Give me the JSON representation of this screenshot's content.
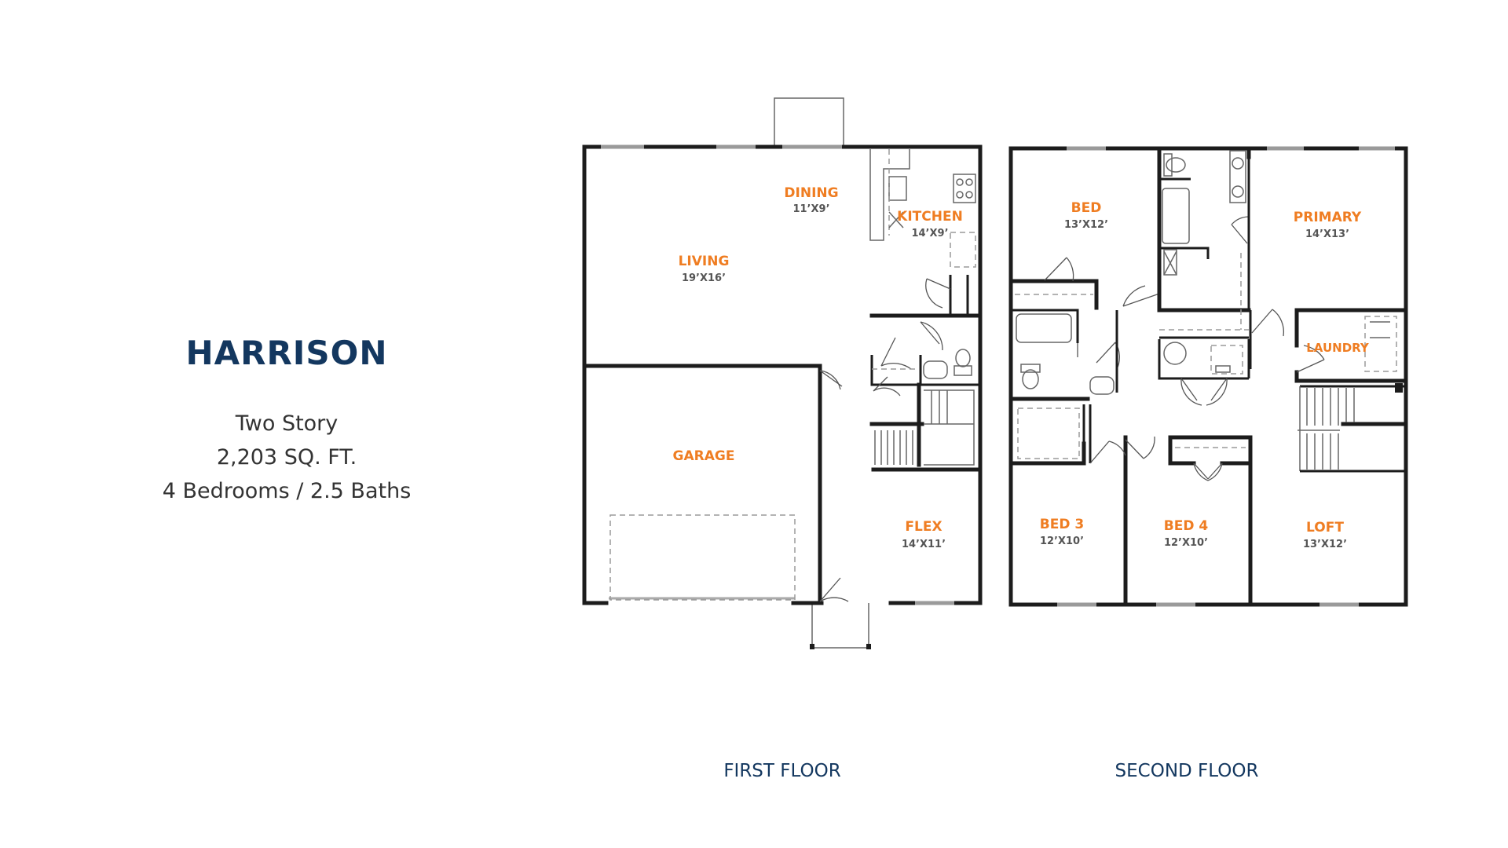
{
  "plan": {
    "name": "HARRISON",
    "details": [
      "Two Story",
      "2,203 SQ. FT.",
      "4 Bedrooms / 2.5 Baths"
    ]
  },
  "first_floor": {
    "label": "FIRST FLOOR",
    "rooms": {
      "living": {
        "name": "LIVING",
        "size": "19’X16’"
      },
      "dining": {
        "name": "DINING",
        "size": "11’X9’"
      },
      "kitchen": {
        "name": "KITCHEN",
        "size": "14’X9’"
      },
      "garage": {
        "name": "GARAGE"
      },
      "flex": {
        "name": "FLEX",
        "size": "14’X11’"
      }
    }
  },
  "second_floor": {
    "label": "SECOND FLOOR",
    "rooms": {
      "bed": {
        "name": "BED",
        "size": "13’X12’"
      },
      "primary": {
        "name": "PRIMARY",
        "size": "14’X13’"
      },
      "laundry": {
        "name": "LAUNDRY"
      },
      "bed3": {
        "name": "BED 3",
        "size": "12’X10’"
      },
      "bed4": {
        "name": "BED 4",
        "size": "12’X10’"
      },
      "loft": {
        "name": "LOFT",
        "size": "13’X12’"
      }
    }
  },
  "colors": {
    "title": "#13375f",
    "room_label": "#ef7d22",
    "wall": "#1c1c1c"
  }
}
